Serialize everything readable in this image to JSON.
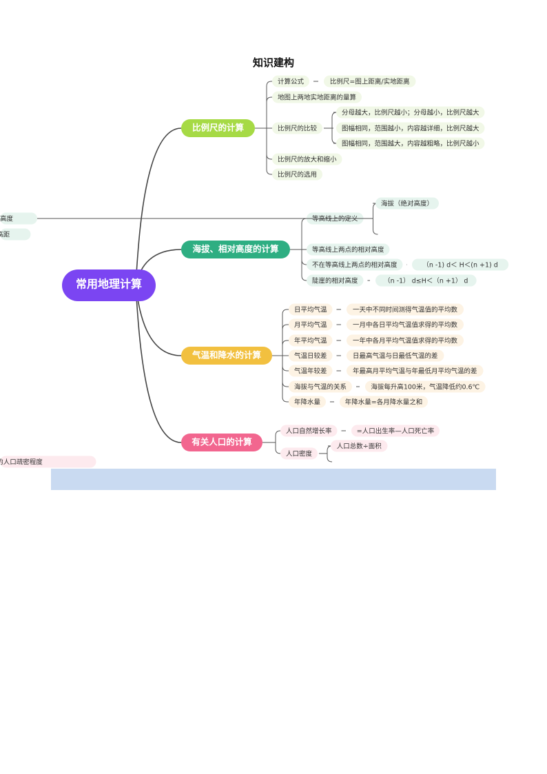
{
  "title": "知识建构",
  "root": {
    "label": "常用地理计算",
    "color": "#7b45f2"
  },
  "branches": [
    {
      "label": "比例尺的计算",
      "color": "#a6da45",
      "tint": "#f1f8e7",
      "items": [
        {
          "label": "计算公式",
          "children": [
            "比例尺=图上距离/实地距离"
          ]
        },
        {
          "label": "地图上两地实地距离的量算"
        },
        {
          "label": "比例尺的比较",
          "children": [
            "分母越大，比例尺越小；分母越小，比例尺越大",
            "图幅相同，范围越小，内容越详细，比例尺越大",
            "图幅相同，范围越大，内容越粗略，比例尺越小"
          ]
        },
        {
          "label": "比例尺的放大和缩小"
        },
        {
          "label": "比例尺的选用"
        }
      ]
    },
    {
      "label": "海拔、相对高度的计算",
      "color": "#2eae82",
      "tint": "#e6f4ee",
      "items": [
        {
          "label": "等高线上的定义",
          "children": [
            "海拔（绝对高度）",
            "相对高度",
            "等高距"
          ]
        },
        {
          "label": "等高线上两点的相对高度"
        },
        {
          "label": "不在等高线上两点的相对高度",
          "children": [
            "（n -1) d＜ H＜(n +1) d"
          ]
        },
        {
          "label": "陡崖的相对高度",
          "children": [
            "（n -1） d≤H＜（n +1） d"
          ]
        }
      ]
    },
    {
      "label": "气温和降水的计算",
      "color": "#f2c03f",
      "tint": "#fdf3e4",
      "items": [
        {
          "label": "日平均气温",
          "children": [
            "一天中不同时间测得气温值的平均数"
          ]
        },
        {
          "label": "月平均气温",
          "children": [
            "一月中各日平均气温值求得的平均数"
          ]
        },
        {
          "label": "年平均气温",
          "children": [
            "一年中各月平均气温值求得的平均数"
          ]
        },
        {
          "label": "气温日较差",
          "children": [
            "日最高气温与日最低气温的差"
          ]
        },
        {
          "label": "气温年较差",
          "children": [
            "年最高月平均气温与年最低月平均气温的差"
          ]
        },
        {
          "label": "海拔与气温的关系",
          "children": [
            "海拔每升高100米，气温降低约0.6℃"
          ]
        },
        {
          "label": "年降水量",
          "children": [
            "年降水量=各月降水量之和"
          ]
        }
      ]
    },
    {
      "label": "有关人口的计算",
      "color": "#f2668f",
      "tint": "#fdeaee",
      "items": [
        {
          "label": "人口自然增长率",
          "children": [
            "=人口出生率—人口死亡率"
          ]
        },
        {
          "label": "人口密度",
          "children": [
            "人口总数÷面积",
            "反映一个地区的人口疏密程度"
          ]
        }
      ]
    }
  ]
}
